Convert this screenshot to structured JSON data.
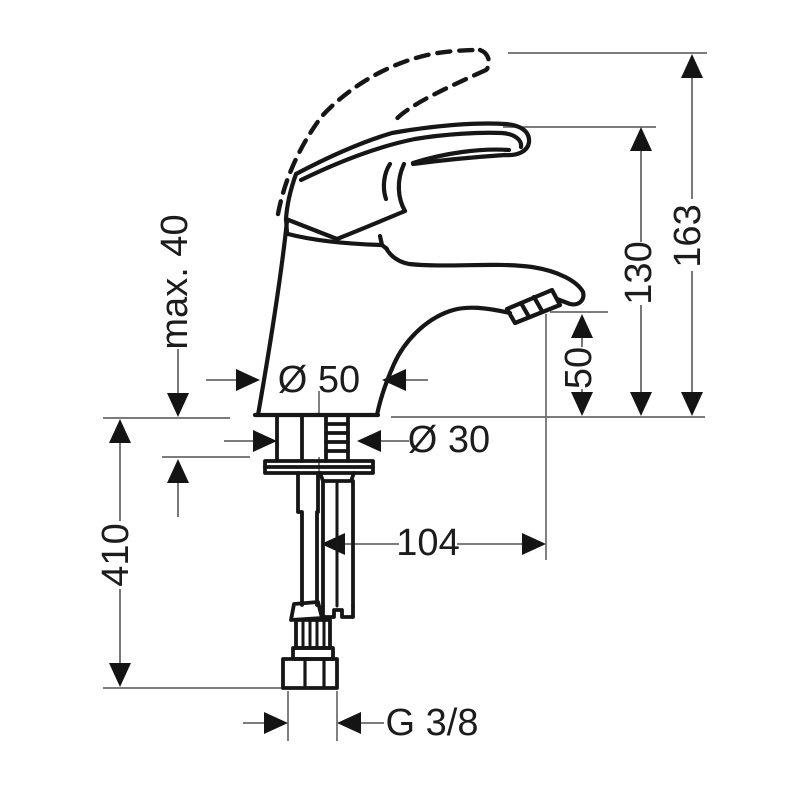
{
  "drawing": {
    "dimensions": {
      "counter_thickness": "max. 40",
      "height_overall": "163",
      "height_lever": "130",
      "height_spout_outlet": "50",
      "dia_base": "Ø 50",
      "dia_shank": "Ø 30",
      "spout_reach": "104",
      "hose_length": "410",
      "connection_thread": "G 3/8"
    },
    "colors": {
      "line": "#161616",
      "dim_line": "#6a6a6a",
      "arrow": "#141414",
      "text": "#1c1c1c",
      "background": "#ffffff"
    }
  }
}
